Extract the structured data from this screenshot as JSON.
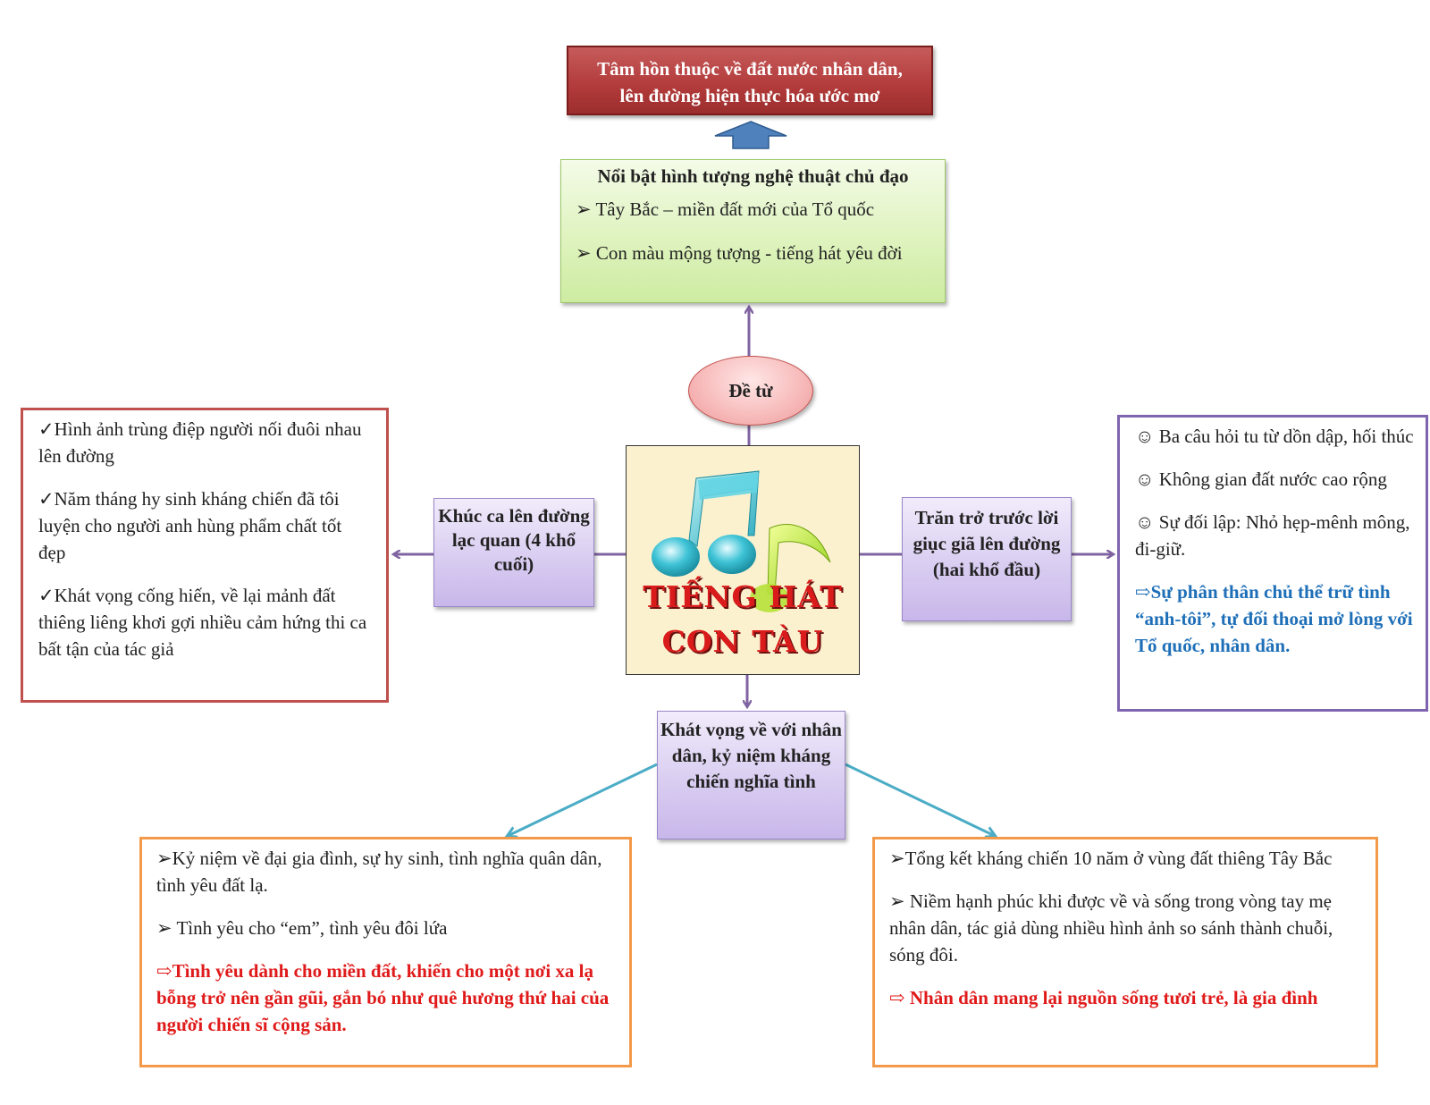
{
  "top_box": {
    "line1": "Tâm hồn thuộc về đất nước nhân dân,",
    "line2": "lên đường hiện thực hóa ước mơ"
  },
  "green_box": {
    "title": "Nổi bật hình tượng nghệ thuật chủ đạo",
    "items": [
      "Tây Bắc – miền đất mới của Tổ quốc",
      "Con màu mộng tượng  - tiếng hát yêu đời"
    ],
    "bullet": "➢"
  },
  "ellipse": {
    "label": "Đề từ"
  },
  "center": {
    "title_line1": "TIẾNG HÁT",
    "title_line2": "CON TÀU"
  },
  "left_purple": {
    "label": "Khúc ca lên đường lạc quan (4 khổ cuối)"
  },
  "right_purple": {
    "label": "Trăn trở trước lời giục giã lên đường (hai khổ đầu)"
  },
  "bottom_purple": {
    "label": "Khát vọng về với nhân dân, kỷ niệm kháng chiến nghĩa tình"
  },
  "left_box": {
    "items": [
      "✓Hình ảnh trùng điệp người nối đuôi nhau lên đường",
      "✓Năm tháng hy sinh kháng chiến đã tôi luyện cho người anh hùng phẩm chất tốt đẹp",
      "✓Khát vọng cống hiến, về lại mảnh đất thiêng liêng khơi gợi nhiều cảm hứng thi ca bất tận của tác giả"
    ]
  },
  "right_box": {
    "items": [
      "☺ Ba câu hỏi tu từ dồn dập, hối thúc",
      "☺ Không gian đất nước cao rộng",
      "☺ Sự đối lập: Nhỏ hẹp-mênh mông, đi-giữ."
    ],
    "conclusion": "⇨Sự phân thân chủ thể trữ tình “anh-tôi”, tự đối thoại mở lòng với Tổ quốc, nhân dân."
  },
  "bottom_left_box": {
    "items": [
      "➢Kỷ niệm về đại gia đình, sự hy sinh, tình nghĩa quân dân, tình yêu đất lạ.",
      "➢ Tình yêu cho “em”, tình yêu đôi lứa"
    ],
    "conclusion": "⇨Tình yêu dành cho miền đất, khiến cho một nơi xa lạ bỗng trở nên gần gũi, gắn bó như quê hương thứ hai của người chiến sĩ cộng sản."
  },
  "bottom_right_box": {
    "items": [
      "➢Tổng kết kháng chiến 10 năm ở vùng đất thiêng Tây Bắc",
      "➢ Niềm hạnh phúc khi được về và sống trong vòng tay mẹ nhân dân, tác giả dùng nhiều hình ảnh so sánh thành chuỗi, sóng đôi."
    ],
    "conclusion": "⇨ Nhân dân mang lại nguồn sống tươi trẻ, là gia đình"
  },
  "colors": {
    "arrow_purple": "#8064a2",
    "arrow_teal": "#4bacc6",
    "up_arrow_blue": "#4f81bd",
    "red": "#e01a1a",
    "blue_text": "#1e6fb8"
  }
}
